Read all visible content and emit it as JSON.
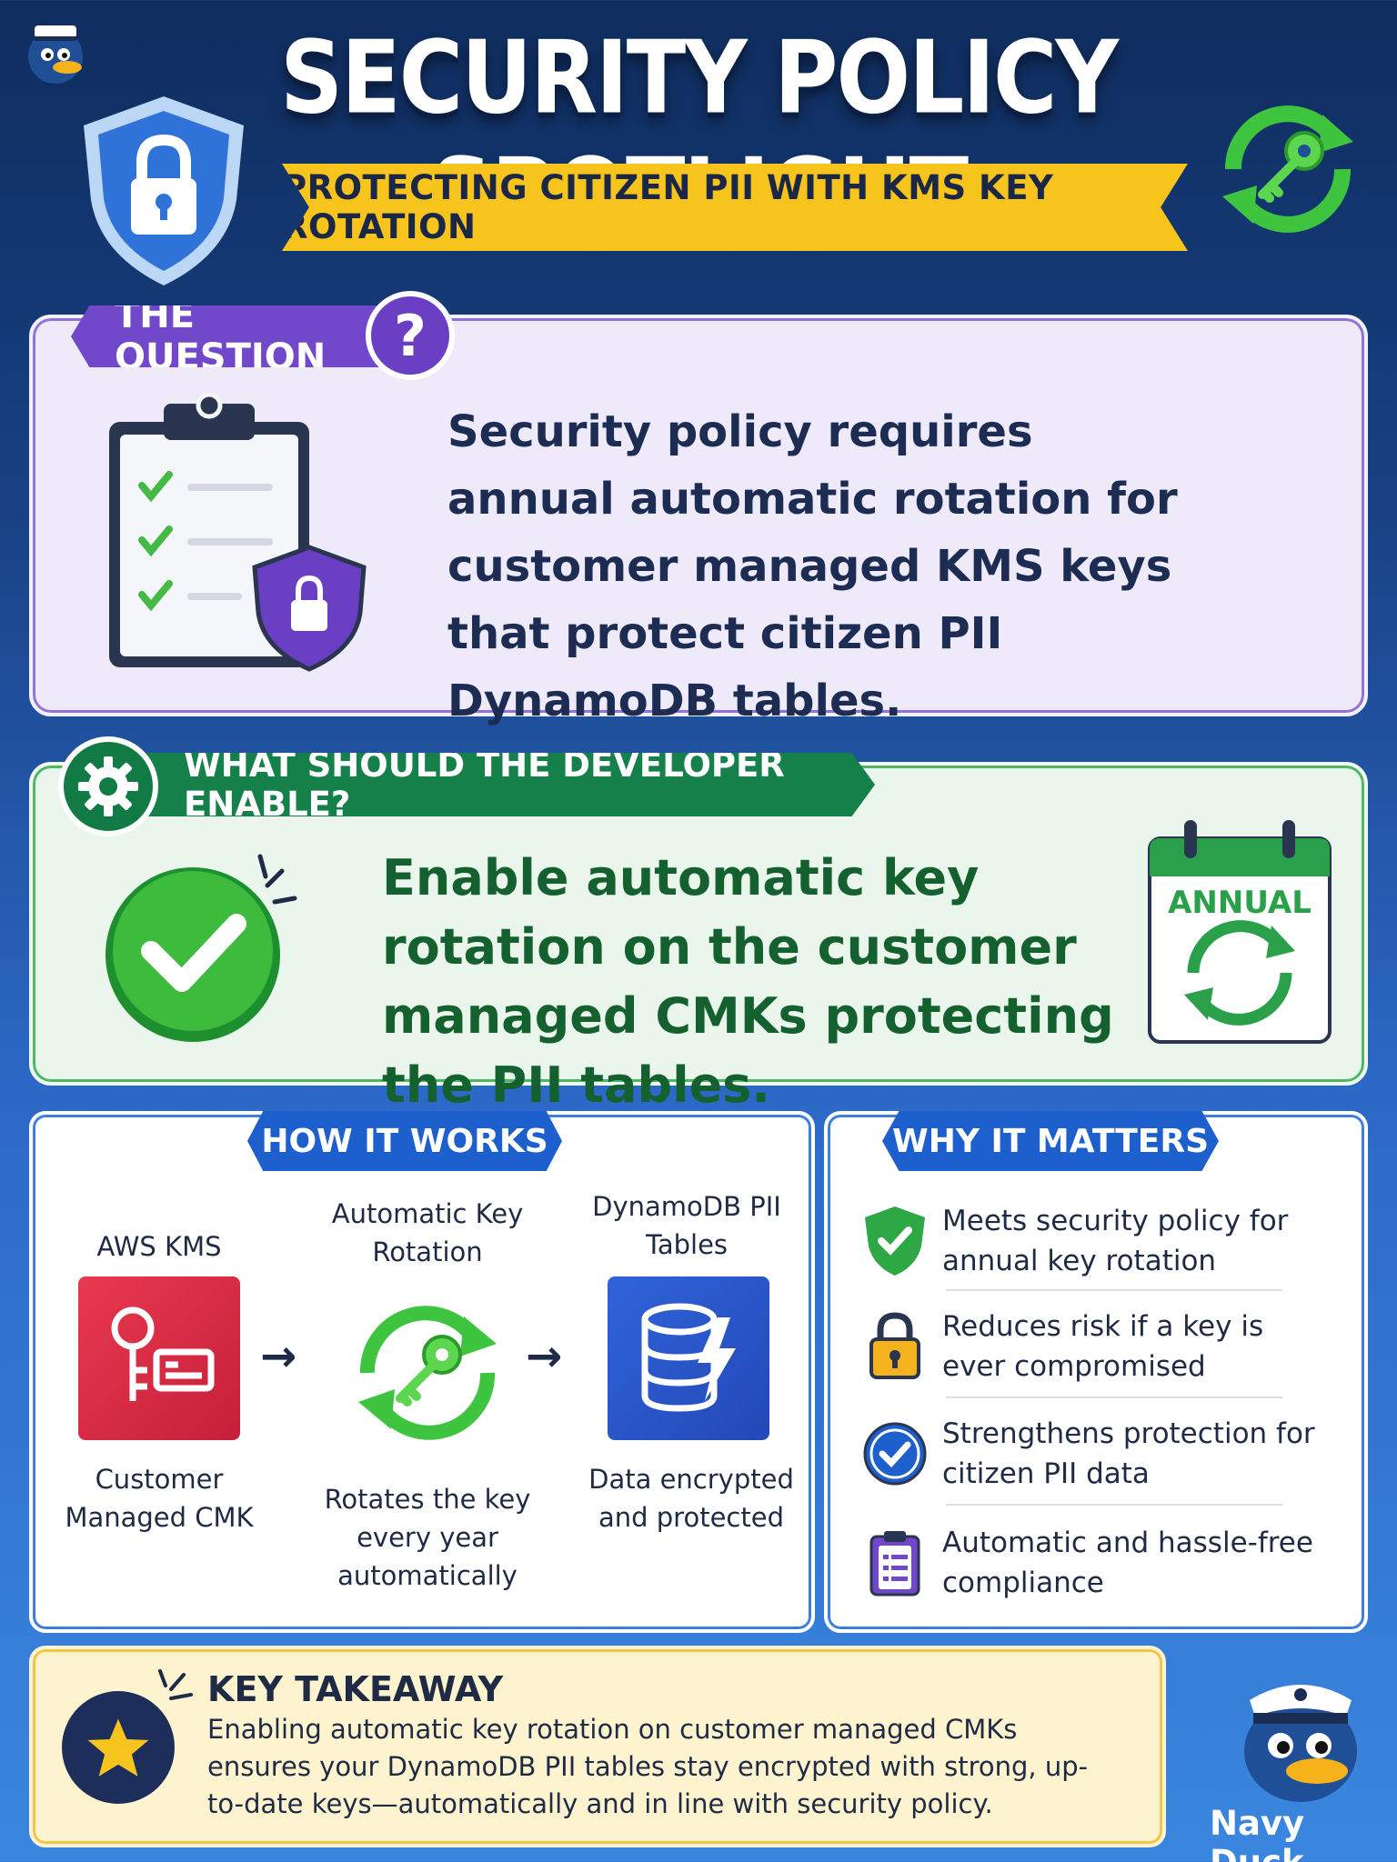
{
  "header": {
    "title": "SECURITY POLICY SPOTLIGHT",
    "subtitle": "PROTECTING CITIZEN PII WITH KMS KEY ROTATION"
  },
  "question": {
    "tag": "THE QUESTION",
    "badge": "?",
    "text": "Security policy requires annual automatic rotation for customer managed KMS keys that protect citizen PII DynamoDB tables."
  },
  "answer": {
    "tag": "WHAT SHOULD THE DEVELOPER ENABLE?",
    "text": "Enable automatic key rotation on the customer managed CMKs protecting the PII tables.",
    "calendar_label": "ANNUAL"
  },
  "how_it_works": {
    "tag": "HOW IT WORKS",
    "kms_label": "AWS KMS",
    "kms_caption": "Customer Managed CMK",
    "rotation_label": "Automatic Key Rotation",
    "rotation_caption": "Rotates the key every year automatically",
    "ddb_label": "DynamoDB PII Tables",
    "ddb_caption": "Data encrypted and protected",
    "arrow": "→"
  },
  "why_it_matters": {
    "tag": "WHY IT MATTERS",
    "items": [
      {
        "text": "Meets security policy for annual key rotation",
        "icon": "shield-check-icon"
      },
      {
        "text": "Reduces risk if a key is ever compromised",
        "icon": "padlock-icon"
      },
      {
        "text": "Strengthens protection for citizen PII data",
        "icon": "check-circle-icon"
      },
      {
        "text": "Automatic and hassle-free compliance",
        "icon": "clipboard-icon"
      }
    ]
  },
  "takeaway": {
    "title": "KEY TAKEAWAY",
    "text": "Enabling automatic key rotation on customer managed CMKs ensures your DynamoDB PII tables stay encrypted with strong, up-to-date keys—automatically and in line with security policy."
  },
  "brand": "Navy Duck",
  "colors": {
    "navy": "#0f2d5e",
    "banner_yellow": "#f6c41c",
    "question_purple": "#7048c9",
    "answer_green": "#15804a",
    "info_blue": "#1e5fce",
    "takeaway_yellow": "#fdf3cf",
    "kms_red": "#d9283f"
  }
}
